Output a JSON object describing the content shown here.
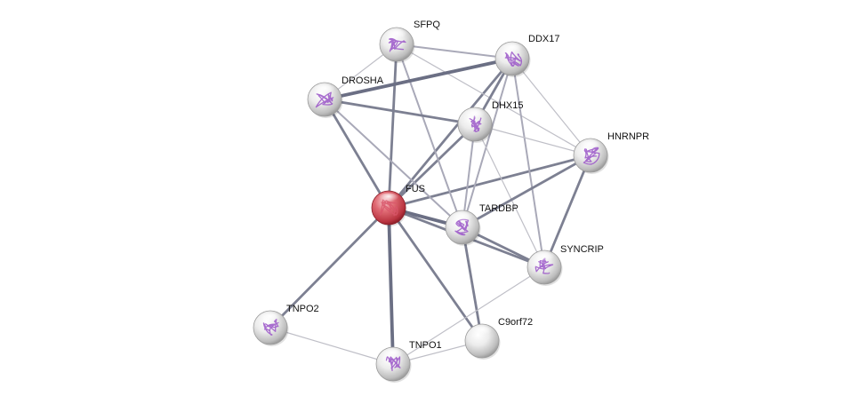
{
  "network": {
    "query_color": "#c9444f",
    "default_node_color": "#d4d4d4",
    "structure_color": "#9a55c8",
    "query_structure_color": "#d8566a",
    "nodes": [
      {
        "id": "SFPQ",
        "label": "SFPQ",
        "role": "interactor",
        "icon": "protein-structure-icon"
      },
      {
        "id": "DDX17",
        "label": "DDX17",
        "role": "interactor",
        "icon": "protein-structure-icon"
      },
      {
        "id": "DROSHA",
        "label": "DROSHA",
        "role": "interactor",
        "icon": "protein-structure-icon"
      },
      {
        "id": "DHX15",
        "label": "DHX15",
        "role": "interactor",
        "icon": "protein-structure-icon"
      },
      {
        "id": "HNRNPR",
        "label": "HNRNPR",
        "role": "interactor",
        "icon": "protein-structure-icon"
      },
      {
        "id": "FUS",
        "label": "FUS",
        "role": "query",
        "icon": "protein-structure-icon"
      },
      {
        "id": "TARDBP",
        "label": "TARDBP",
        "role": "interactor",
        "icon": "protein-structure-icon"
      },
      {
        "id": "SYNCRIP",
        "label": "SYNCRIP",
        "role": "interactor",
        "icon": "protein-structure-icon"
      },
      {
        "id": "TNPO2",
        "label": "TNPO2",
        "role": "interactor",
        "icon": "protein-structure-icon"
      },
      {
        "id": "C9orf72",
        "label": "C9orf72",
        "role": "interactor",
        "icon": "blank-node-icon"
      },
      {
        "id": "TNPO1",
        "label": "TNPO1",
        "role": "interactor",
        "icon": "protein-structure-icon"
      }
    ],
    "edges": [
      {
        "source": "FUS",
        "target": "SFPQ",
        "weight": 3
      },
      {
        "source": "FUS",
        "target": "DDX17",
        "weight": 3
      },
      {
        "source": "FUS",
        "target": "DROSHA",
        "weight": 3
      },
      {
        "source": "FUS",
        "target": "DHX15",
        "weight": 3
      },
      {
        "source": "FUS",
        "target": "HNRNPR",
        "weight": 3
      },
      {
        "source": "FUS",
        "target": "TARDBP",
        "weight": 4
      },
      {
        "source": "FUS",
        "target": "SYNCRIP",
        "weight": 3
      },
      {
        "source": "FUS",
        "target": "TNPO2",
        "weight": 3
      },
      {
        "source": "FUS",
        "target": "TNPO1",
        "weight": 4
      },
      {
        "source": "FUS",
        "target": "C9orf72",
        "weight": 3
      },
      {
        "source": "SFPQ",
        "target": "DDX17",
        "weight": 2
      },
      {
        "source": "SFPQ",
        "target": "DROSHA",
        "weight": 1
      },
      {
        "source": "SFPQ",
        "target": "TARDBP",
        "weight": 2
      },
      {
        "source": "SFPQ",
        "target": "HNRNPR",
        "weight": 1
      },
      {
        "source": "DDX17",
        "target": "DROSHA",
        "weight": 4
      },
      {
        "source": "DDX17",
        "target": "DHX15",
        "weight": 3
      },
      {
        "source": "DDX17",
        "target": "HNRNPR",
        "weight": 1
      },
      {
        "source": "DDX17",
        "target": "SYNCRIP",
        "weight": 2
      },
      {
        "source": "DDX17",
        "target": "TARDBP",
        "weight": 2
      },
      {
        "source": "DROSHA",
        "target": "DHX15",
        "weight": 3
      },
      {
        "source": "DROSHA",
        "target": "TARDBP",
        "weight": 2
      },
      {
        "source": "DHX15",
        "target": "HNRNPR",
        "weight": 1
      },
      {
        "source": "DHX15",
        "target": "TARDBP",
        "weight": 2
      },
      {
        "source": "DHX15",
        "target": "SYNCRIP",
        "weight": 1
      },
      {
        "source": "HNRNPR",
        "target": "TARDBP",
        "weight": 3
      },
      {
        "source": "HNRNPR",
        "target": "SYNCRIP",
        "weight": 3
      },
      {
        "source": "TARDBP",
        "target": "SYNCRIP",
        "weight": 3
      },
      {
        "source": "TARDBP",
        "target": "C9orf72",
        "weight": 3
      },
      {
        "source": "SYNCRIP",
        "target": "TNPO1",
        "weight": 1
      },
      {
        "source": "TNPO2",
        "target": "TNPO1",
        "weight": 1
      },
      {
        "source": "TNPO1",
        "target": "C9orf72",
        "weight": 1
      }
    ]
  }
}
